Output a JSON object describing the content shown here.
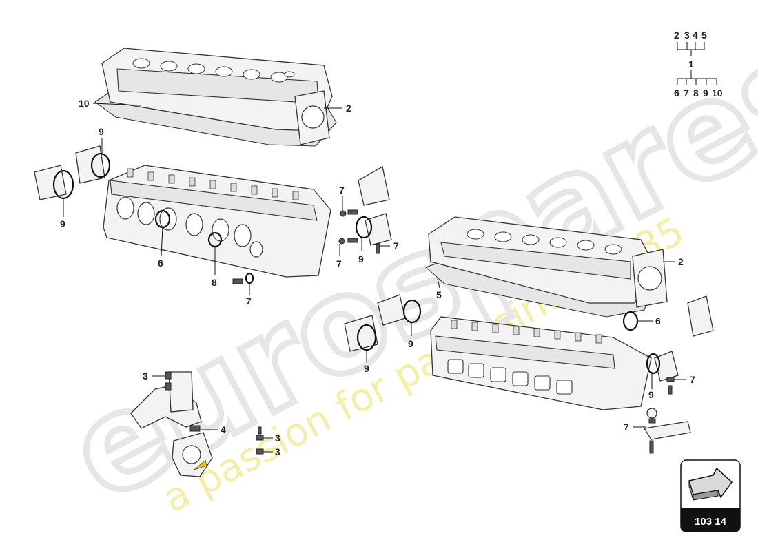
{
  "callouts": [
    {
      "text": "10"
    },
    {
      "text": "2"
    },
    {
      "text": "9"
    },
    {
      "text": "9"
    },
    {
      "text": "6"
    },
    {
      "text": "8"
    },
    {
      "text": "7"
    },
    {
      "text": "7"
    },
    {
      "text": "7"
    },
    {
      "text": "9"
    },
    {
      "text": "7"
    },
    {
      "text": "2"
    },
    {
      "text": "5"
    },
    {
      "text": "9"
    },
    {
      "text": "9"
    },
    {
      "text": "6"
    },
    {
      "text": "7"
    },
    {
      "text": "9"
    },
    {
      "text": "7"
    },
    {
      "text": "3"
    },
    {
      "text": "4"
    },
    {
      "text": "3"
    },
    {
      "text": "3"
    }
  ],
  "tree": {
    "top": [
      "2",
      "3",
      "4",
      "5"
    ],
    "root": "1",
    "bottom": [
      "6",
      "7",
      "8",
      "9",
      "10"
    ]
  },
  "badge": {
    "code": "103 14"
  },
  "watermark": {
    "brand": "eurospares",
    "tagline": "a passion for parts since 1985",
    "brand_color": "#e8e8e8",
    "tagline_color": "#f2ee9a"
  },
  "colors": {
    "line": "#111111",
    "part_fill": "#f3f3f3",
    "badge": "#111111"
  }
}
